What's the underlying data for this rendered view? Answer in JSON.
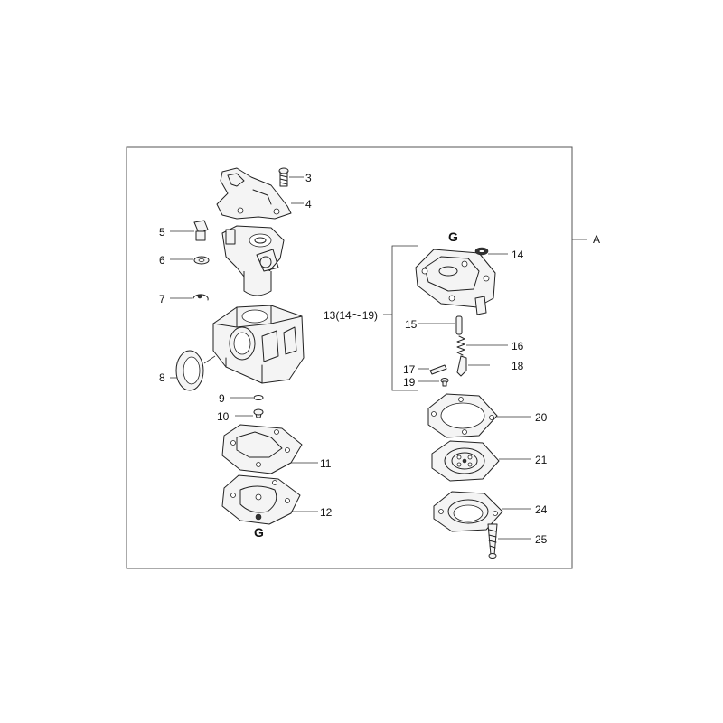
{
  "assembly_label": "A",
  "group_label": "13(14〜19)",
  "marks": {
    "g_top": "G",
    "g_bottom": "G"
  },
  "labels": {
    "p3": "3",
    "p4": "4",
    "p5": "5",
    "p6": "6",
    "p7": "7",
    "p8": "8",
    "p9": "9",
    "p10": "10",
    "p11": "11",
    "p12": "12",
    "p14": "14",
    "p15": "15",
    "p16": "16",
    "p17": "17",
    "p18": "18",
    "p19": "19",
    "p20": "20",
    "p21": "21",
    "p24": "24",
    "p25": "25"
  }
}
